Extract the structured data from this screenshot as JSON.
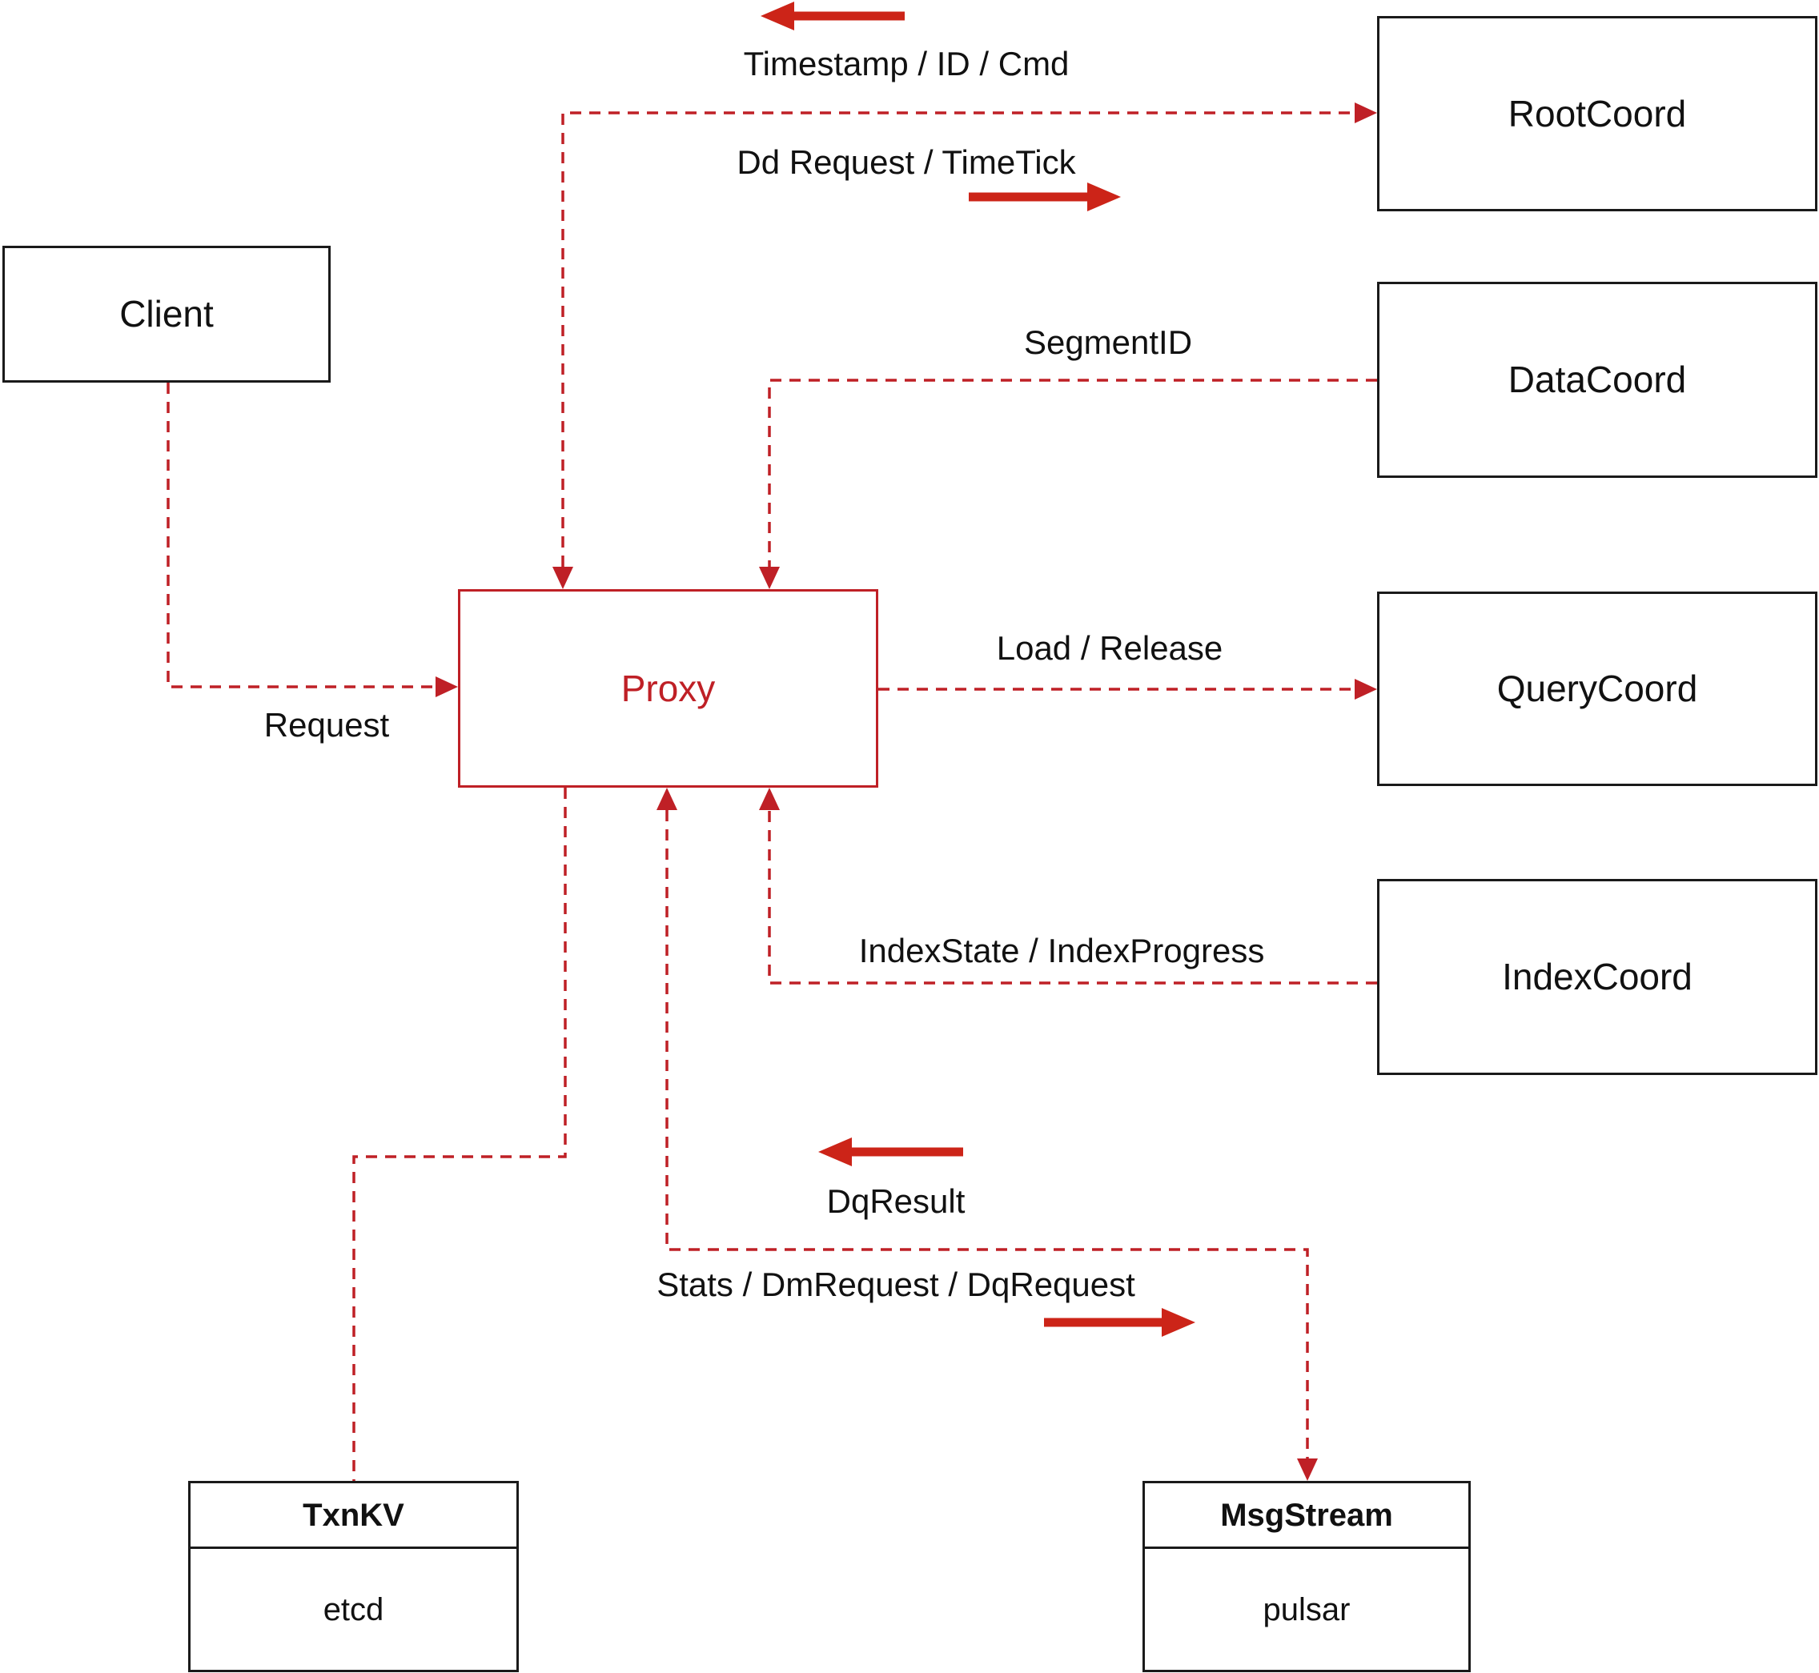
{
  "nodes": {
    "client": {
      "label": "Client"
    },
    "rootcoord": {
      "label": "RootCoord"
    },
    "datacoord": {
      "label": "DataCoord"
    },
    "querycoord": {
      "label": "QueryCoord"
    },
    "indexcoord": {
      "label": "IndexCoord"
    },
    "proxy": {
      "label": "Proxy"
    },
    "txnkv": {
      "title": "TxnKV",
      "subtitle": "etcd"
    },
    "msgstream": {
      "title": "MsgStream",
      "subtitle": "pulsar"
    }
  },
  "edges": {
    "timestamp_id_cmd": {
      "label": "Timestamp / ID / Cmd",
      "direction": "rootcoord-to-proxy"
    },
    "dd_request_timetick": {
      "label": "Dd Request / TimeTick",
      "direction": "proxy-to-rootcoord"
    },
    "segment_id": {
      "label": "SegmentID",
      "direction": "datacoord-to-proxy"
    },
    "load_release": {
      "label": "Load / Release",
      "direction": "proxy-to-querycoord"
    },
    "index_state_progress": {
      "label": "IndexState / IndexProgress",
      "direction": "indexcoord-to-proxy"
    },
    "request": {
      "label": "Request",
      "direction": "client-to-proxy"
    },
    "dq_result": {
      "label": "DqResult",
      "direction": "msgstream-to-proxy"
    },
    "stats_dm_dq": {
      "label": "Stats / DmRequest / DqRequest",
      "direction": "proxy-to-msgstream"
    }
  },
  "colors": {
    "edge_color": "#bf2026",
    "arrow_color": "#cc2418",
    "box_border": "#1a1a1a",
    "proxy_color": "#bf2026",
    "bg": "#ffffff"
  }
}
